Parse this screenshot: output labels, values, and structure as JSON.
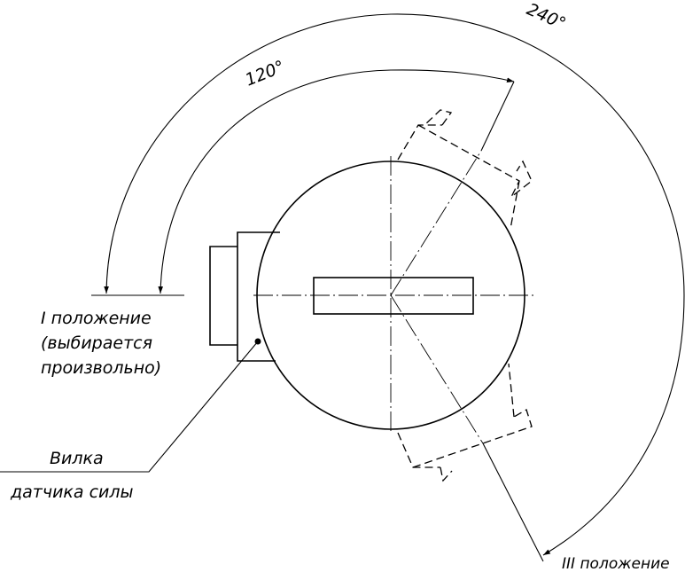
{
  "labels": {
    "angle_120": "120°",
    "angle_240": "240°",
    "position_1_line1": "I положение",
    "position_1_line2": "(выбирается",
    "position_1_line3": "произвольно)",
    "plug_line1": "Вилка",
    "plug_line2": "датчика силы",
    "position_3": "III положение"
  }
}
